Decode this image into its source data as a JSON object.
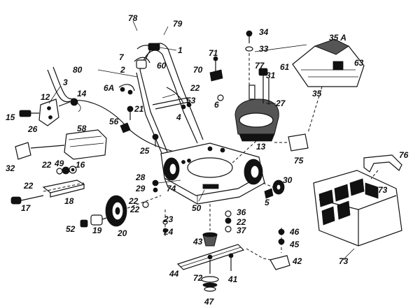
{
  "labels": [
    "78",
    "79",
    "1",
    "7",
    "60",
    "2",
    "80",
    "3",
    "6A",
    "12",
    "14",
    "15",
    "26",
    "21",
    "56",
    "25",
    "58",
    "32",
    "22",
    "49",
    "16",
    "22",
    "17",
    "18",
    "71",
    "70",
    "22",
    "53",
    "6",
    "4",
    "34",
    "33",
    "35 A",
    "61",
    "63",
    "35",
    "77",
    "31",
    "27",
    "13",
    "75",
    "76",
    "73",
    "73",
    "28",
    "29",
    "74",
    "50",
    "30",
    "5",
    "22",
    "52",
    "19",
    "20",
    "22",
    "23",
    "24",
    "36",
    "37",
    "43",
    "46",
    "45",
    "44",
    "72",
    "41",
    "42",
    "47"
  ]
}
